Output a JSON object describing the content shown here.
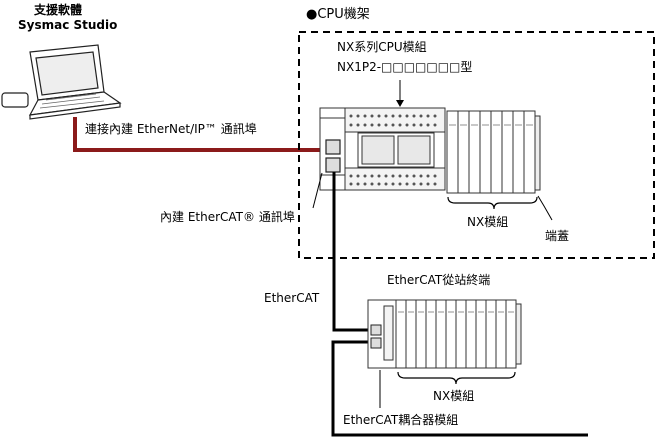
{
  "software": {
    "title": "支援軟體",
    "name": "Sysmac Studio"
  },
  "rack": {
    "title": "●CPU機架"
  },
  "cpu_unit": {
    "series": "NX系列CPU模組",
    "model": "NX1P2-□□□□□□□型"
  },
  "labels": {
    "ethernet_port": "連接內建 EtherNet/IP™ 通訊埠",
    "ethercat_port": "內建 EtherCAT® 通訊埠",
    "nx_units_main": "NX模組",
    "end_cover": "端蓋",
    "ethercat_line": "EtherCAT",
    "slave_terminal": "EtherCAT從站終端",
    "nx_units_slave": "NX模組",
    "coupler": "EtherCAT耦合器模組"
  },
  "colors": {
    "ethernet_cable": "#8b1a1a",
    "line": "#000000",
    "device_stroke": "#333333"
  }
}
